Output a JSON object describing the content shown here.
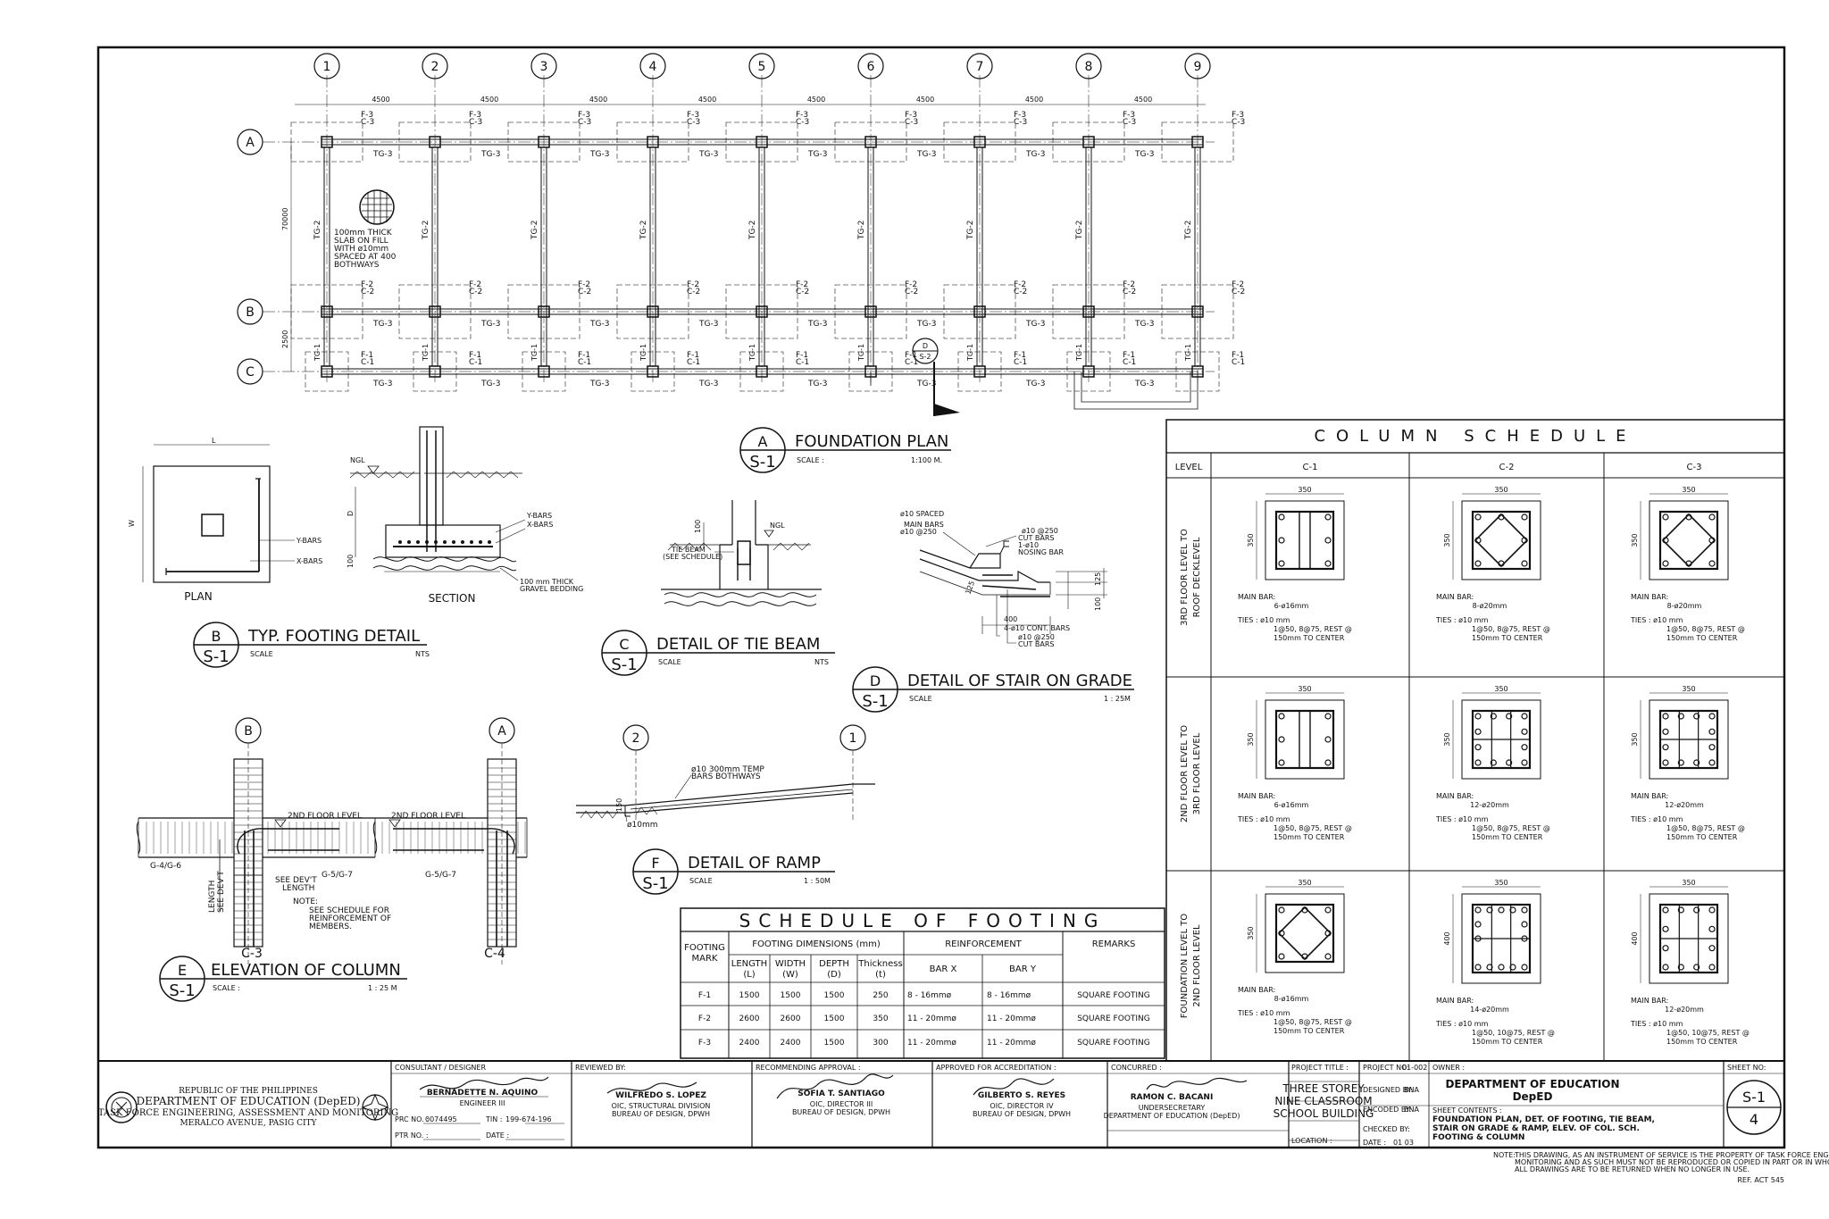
{
  "plan": {
    "grid_cols": [
      "1",
      "2",
      "3",
      "4",
      "5",
      "6",
      "7",
      "8",
      "9"
    ],
    "grid_rows": [
      "A",
      "B",
      "C"
    ],
    "dim_spacing": "4500",
    "dim_left_ab": "70000",
    "dim_left_bc": "2500",
    "footing_row_a": [
      "F-3",
      "C-3"
    ],
    "footing_row_b": [
      "F-2",
      "C-2"
    ],
    "footing_row_c": [
      "F-1",
      "C-1"
    ],
    "tie_beam_h": "TG-3",
    "tie_beam_v": "TG-2",
    "tie_beam_v_short": "TG-1",
    "slab_note": [
      "100mm THICK",
      "SLAB ON FILL",
      "WITH ø10mm",
      "SPACED AT 400",
      "BOTHWAYS"
    ],
    "section_marker": {
      "letter": "D",
      "sheet": "S-2"
    }
  },
  "titles": {
    "a": {
      "letter": "A",
      "sheet": "S-1",
      "title": "FOUNDATION PLAN",
      "scale_label": "SCALE :",
      "scale": "1:100 M."
    },
    "b": {
      "letter": "B",
      "sheet": "S-1",
      "title": "TYP. FOOTING DETAIL",
      "scale_label": "SCALE",
      "scale": "NTS"
    },
    "c": {
      "letter": "C",
      "sheet": "S-1",
      "title": "DETAIL OF TIE BEAM",
      "scale_label": "SCALE",
      "scale": "NTS"
    },
    "d": {
      "letter": "D",
      "sheet": "S-1",
      "title": "DETAIL OF STAIR ON GRADE",
      "scale_label": "SCALE",
      "scale": "1 : 25M"
    },
    "e": {
      "letter": "E",
      "sheet": "S-1",
      "title": "ELEVATION OF COLUMN",
      "scale_label": "SCALE :",
      "scale": "1 : 25 M"
    },
    "f": {
      "letter": "F",
      "sheet": "S-1",
      "title": "DETAIL OF RAMP",
      "scale_label": "SCALE",
      "scale": "1 : 50M"
    }
  },
  "footing_detail": {
    "plan_label": "PLAN",
    "section_label": "SECTION",
    "l": "L",
    "w": "W",
    "y_bars": "Y-BARS",
    "x_bars": "X-BARS",
    "ngl": "NGL",
    "d": "D",
    "dim100": "100",
    "bedding": [
      "100 mm THICK",
      "GRAVEL BEDDING"
    ]
  },
  "tie_beam_detail": {
    "ngl": "NGL",
    "label": [
      "TIE BEAM",
      "(SEE SCHEDULE)"
    ],
    "dim": "100"
  },
  "stair_detail": {
    "notes_left": [
      "ø10 SPACED",
      "MAIN BARS",
      "ø10 @250"
    ],
    "notes_right": [
      "ø10 @250",
      "CUT BARS",
      "1-ø10",
      "NOSING BAR"
    ],
    "notes_bottom": [
      "4-ø10 CONT. BARS",
      "ø10 @250",
      "CUT BARS"
    ],
    "dims": [
      "125",
      "125",
      "100",
      "400",
      "125"
    ]
  },
  "column_elev": {
    "grid_left": "B",
    "grid_right": "A",
    "level_left": "2ND FLOOR LEVEL",
    "level_right": "2ND FLOOR LEVEL",
    "beam_left": "G-4/G-6",
    "beam_mid": "G-5/G-7",
    "beam_right": "G-5/G-7",
    "dev_len": [
      "SEE DEV'T",
      "LENGTH"
    ],
    "len_vert": [
      "LENGTH",
      "SEE DEV'T"
    ],
    "note": [
      "NOTE:",
      "SEE SCHEDULE FOR",
      "REINFORCEMENT OF",
      "MEMBERS."
    ],
    "col_left": "C-3",
    "col_right": "C-4"
  },
  "ramp_detail": {
    "grid_left": "2",
    "grid_right": "1",
    "note": [
      "ø10 300mm TEMP",
      "BARS BOTHWAYS"
    ],
    "bar": "ø10mm",
    "dim": "150"
  },
  "footing_schedule": {
    "title": "SCHEDULE OF FOOTING",
    "h_mark": [
      "FOOTING",
      "MARK"
    ],
    "h_dims": "FOOTING DIMENSIONS   (mm)",
    "h_reinf": "REINFORCEMENT",
    "h_remarks": "REMARKS",
    "sub": [
      [
        "LENGTH",
        "(L)"
      ],
      [
        "WIDTH",
        "(W)"
      ],
      [
        "DEPTH",
        "(D)"
      ],
      [
        "Thickness",
        "(t)"
      ],
      [
        "BAR X",
        ""
      ],
      [
        "BAR Y",
        ""
      ]
    ],
    "rows": [
      [
        "F-1",
        "1500",
        "1500",
        "1500",
        "250",
        "8 - 16mmø",
        "8 - 16mmø",
        "SQUARE FOOTING"
      ],
      [
        "F-2",
        "2600",
        "2600",
        "1500",
        "350",
        "11 - 20mmø",
        "11 - 20mmø",
        "SQUARE FOOTING"
      ],
      [
        "F-3",
        "2400",
        "2400",
        "1500",
        "300",
        "11 - 20mmø",
        "11 - 20mmø",
        "SQUARE FOOTING"
      ]
    ]
  },
  "column_schedule": {
    "title": "COLUMN SCHEDULE",
    "h_level": "LEVEL",
    "cols": [
      "C-1",
      "C-2",
      "C-3"
    ],
    "levels": [
      {
        "label": [
          "3RD FLOOR LEVEL TO",
          "ROOF DECKLEVEL"
        ],
        "cells": [
          {
            "w": "350",
            "h": "350",
            "main": "6-ø16mm",
            "ties2": "1@50, 8@75, REST @"
          },
          {
            "w": "350",
            "h": "350",
            "main": "8-ø20mm",
            "ties2": "1@50, 8@75, REST @"
          },
          {
            "w": "350",
            "h": "350",
            "main": "8-ø20mm",
            "ties2": "1@50, 8@75, REST @"
          }
        ]
      },
      {
        "label": [
          "2ND FLOOR LEVEL TO",
          "3RD FLOOR LEVEL"
        ],
        "cells": [
          {
            "w": "350",
            "h": "350",
            "main": "6-ø16mm",
            "ties2": "1@50, 8@75, REST @"
          },
          {
            "w": "350",
            "h": "350",
            "main": "12-ø20mm",
            "ties2": "1@50, 8@75, REST @"
          },
          {
            "w": "350",
            "h": "350",
            "main": "12-ø20mm",
            "ties2": "1@50, 8@75, REST @"
          }
        ]
      },
      {
        "label": [
          "FOUNDATION LEVEL TO",
          "2ND FLOOR LEVEL"
        ],
        "cells": [
          {
            "w": "350",
            "h": "350",
            "main": "8-ø16mm",
            "ties2": "1@50, 8@75, REST @"
          },
          {
            "w": "350",
            "h": "400",
            "main": "14-ø20mm",
            "ties2": "1@50, 10@75, REST @"
          },
          {
            "w": "350",
            "h": "400",
            "main": "12-ø20mm",
            "ties2": "1@50, 10@75, REST @"
          }
        ]
      }
    ],
    "main_label": "MAIN BAR:",
    "ties1": "TIES : ø10 mm",
    "ties3": "150mm TO CENTER"
  },
  "title_block": {
    "republic": "REPUBLIC OF THE PHILIPPINES",
    "dept": "DEPARTMENT OF EDUCATION (DepED)",
    "taskforce": "TASK FORCE ENGINEERING, ASSESSMENT AND MONITORING",
    "address": "MERALCO AVENUE, PASIG CITY",
    "consultant_label": "CONSULTANT / DESIGNER",
    "consultant_name": "BERNADETTE N. AQUINO",
    "consultant_title": "ENGINEER III",
    "prc_label": "PRC NO. :",
    "prc": "0074495",
    "tin_label": "TIN :",
    "tin": "199-674-196",
    "ptr_label": "PTR NO. :",
    "date_label": "DATE :",
    "reviewed_label": "REVIEWED BY:",
    "reviewed_name": "WILFREDO S. LOPEZ",
    "reviewed_t1": "OIC, STRUCTURAL DIVISION",
    "reviewed_t2": "BUREAU OF DESIGN, DPWH",
    "recommend_label": "RECOMMENDING APPROVAL :",
    "recommend_name": "SOFIA T. SANTIAGO",
    "recommend_t1": "OIC, DIRECTOR III",
    "recommend_t2": "BUREAU OF DESIGN, DPWH",
    "approved_label": "APPROVED FOR ACCREDITATION :",
    "approved_name": "GILBERTO S. REYES",
    "approved_t1": "OIC, DIRECTOR IV",
    "approved_t2": "BUREAU OF DESIGN, DPWH",
    "concurred_label": "CONCURRED :",
    "concurred_name": "RAMON C. BACANI",
    "concurred_t1": "UNDERSECRETARY",
    "concurred_t2": "DEPARTMENT OF EDUCATION (DepED)",
    "project_title_label": "PROJECT TITLE :",
    "project_title": [
      "THREE STOREY",
      "NINE CLASSROOM",
      "SCHOOL BUILDING"
    ],
    "location_label": "LOCATION :",
    "project_no_label": "PROJECT NO:",
    "project_no": "01-002",
    "designed_label": "DESIGNED BY:",
    "designed": "BNA",
    "encoded_label": "ENCODED BY:",
    "encoded": "BNA",
    "checked_label": "CHECKED BY:",
    "date_lbl2": "DATE :",
    "date_val": "01 03",
    "owner_label": "OWNER :",
    "owner": [
      "DEPARTMENT OF EDUCATION",
      "DepED"
    ],
    "contents_label": "SHEET CONTENTS :",
    "contents": [
      "FOUNDATION PLAN, DET. OF FOOTING, TIE BEAM,",
      "STAIR ON GRADE & RAMP, ELEV. OF COL. SCH.",
      "FOOTING & COLUMN"
    ],
    "sheet_no_label": "SHEET NO:",
    "sheet_no": "S-1",
    "sheet_num": "4",
    "note_label": "NOTE:",
    "note": [
      "THIS DRAWING, AS AN INSTRUMENT OF SERVICE IS THE PROPERTY OF TASK FORCE ENGINEERING, ASSESSMENT AND",
      "MONITORING AND AS SUCH MUST NOT BE REPRODUCED OR COPIED IN PART OR IN WHOLE WITHOUT THEIR PERMISSION.",
      "ALL DRAWINGS ARE TO BE RETURNED WHEN NO LONGER IN USE."
    ],
    "ref": "REF. ACT 545"
  }
}
